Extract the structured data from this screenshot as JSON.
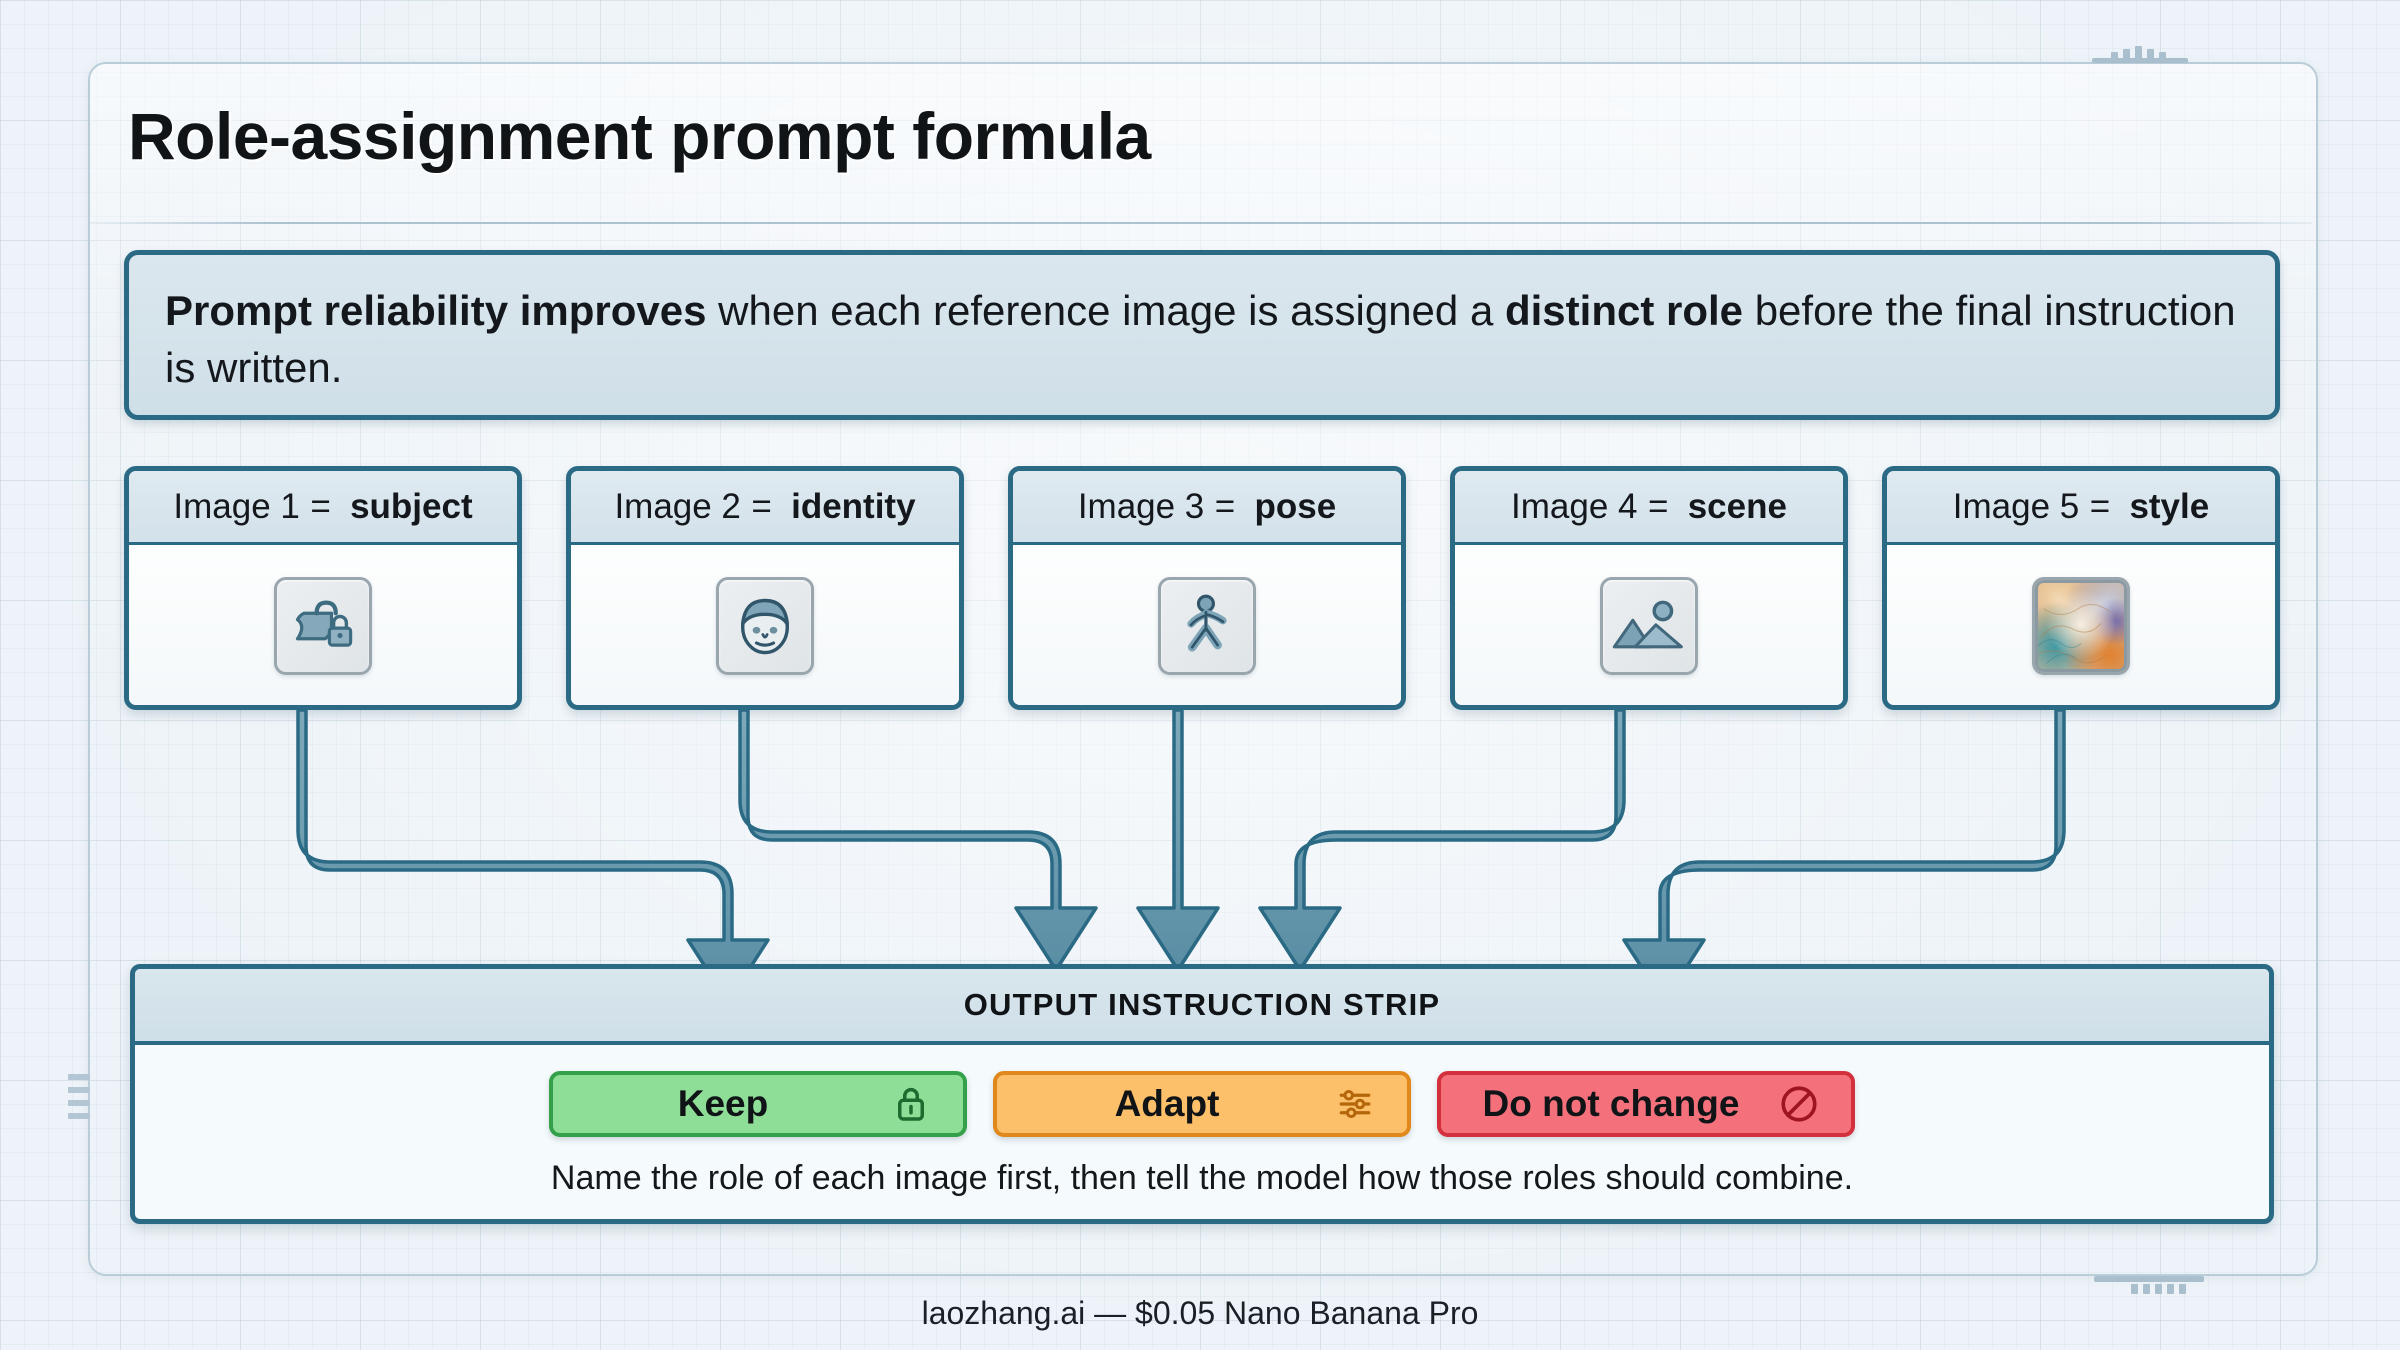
{
  "page": {
    "title": "Role-assignment prompt formula"
  },
  "statement": {
    "lead": "Prompt reliability improves",
    "mid": " when each reference image is assigned a ",
    "emphasis": "distinct role",
    "tail": " before the final instruction is written."
  },
  "cards": [
    {
      "prefix": "Image 1",
      "eq": "=",
      "role": "subject",
      "icon": "bag-lock-icon"
    },
    {
      "prefix": "Image 2",
      "eq": "=",
      "role": "identity",
      "icon": "face-icon"
    },
    {
      "prefix": "Image 3",
      "eq": "=",
      "role": "pose",
      "icon": "walking-person-icon"
    },
    {
      "prefix": "Image 4",
      "eq": "=",
      "role": "scene",
      "icon": "landscape-image-icon"
    },
    {
      "prefix": "Image 5",
      "eq": "=",
      "role": "style",
      "icon": "texture-swatch-icon"
    }
  ],
  "output": {
    "header": "OUTPUT INSTRUCTION STRIP",
    "pills": [
      {
        "label": "Keep",
        "icon": "lock-icon",
        "bg": "#8ede97",
        "border": "#35a04a"
      },
      {
        "label": "Adapt",
        "icon": "sliders-icon",
        "bg": "#fbc069",
        "border": "#e0881c"
      },
      {
        "label": "Do not change",
        "icon": "prohibited-icon",
        "bg": "#f4717c",
        "border": "#d32f3c"
      }
    ],
    "caption": "Name the role of each image first, then tell the model how those roles should combine."
  },
  "footer": {
    "text": "laozhang.ai  — $0.05 Nano Banana Pro"
  },
  "colors": {
    "frame_border": "#2b6a85",
    "arrow_fill": "#5e94a9",
    "arrow_stroke": "#2b6a85",
    "page_bg": "#edf3f8"
  }
}
